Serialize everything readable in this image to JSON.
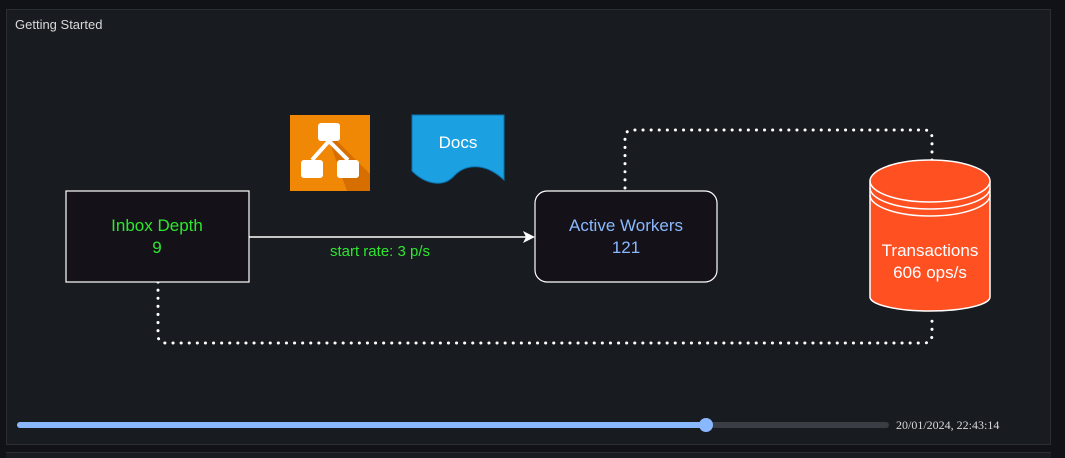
{
  "panel": {
    "title": "Getting Started"
  },
  "diagram": {
    "inbox": {
      "label": "Inbox Depth",
      "value": "9",
      "color": "#2ee62e"
    },
    "edge": {
      "label": "start rate: 3 p/s",
      "color": "#2ee62e"
    },
    "workers": {
      "label": "Active Workers",
      "value": "121",
      "color": "#8ab8ff"
    },
    "transactions": {
      "label": "Transactions",
      "value": "606 ops/s",
      "fill": "#ff5022"
    },
    "docs": {
      "label": "Docs",
      "fill": "#1ba1e2"
    },
    "flow_icon": {
      "name": "workflow-diagram-icon",
      "fill": "#f08705"
    }
  },
  "timeline": {
    "progress": 0.79,
    "timestamp": "20/01/2024, 22:43:14",
    "accent": "#8ab8ff"
  }
}
